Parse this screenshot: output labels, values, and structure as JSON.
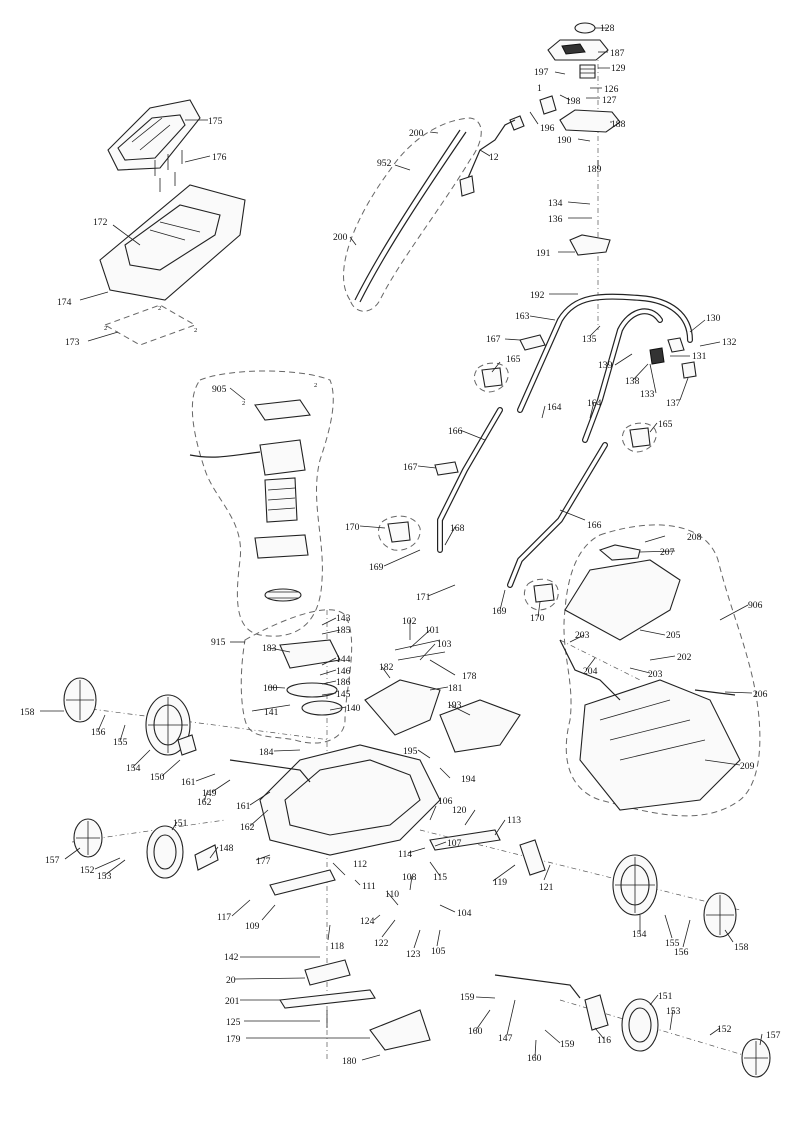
{
  "diagram": {
    "type": "exploded-parts-view",
    "callouts": [
      {
        "id": "c128",
        "label": "128"
      },
      {
        "id": "c187",
        "label": "187"
      },
      {
        "id": "c197",
        "label": "197"
      },
      {
        "id": "c129",
        "label": "129"
      },
      {
        "id": "c1",
        "label": "1"
      },
      {
        "id": "c126",
        "label": "126"
      },
      {
        "id": "c198",
        "label": "198"
      },
      {
        "id": "c127",
        "label": "127"
      },
      {
        "id": "c175",
        "label": "175"
      },
      {
        "id": "c196",
        "label": "196"
      },
      {
        "id": "c188",
        "label": "188"
      },
      {
        "id": "c200a",
        "label": "200"
      },
      {
        "id": "c190",
        "label": "190"
      },
      {
        "id": "c12",
        "label": "12"
      },
      {
        "id": "c176",
        "label": "176"
      },
      {
        "id": "c952",
        "label": "952"
      },
      {
        "id": "c189",
        "label": "189"
      },
      {
        "id": "c134",
        "label": "134"
      },
      {
        "id": "c172",
        "label": "172"
      },
      {
        "id": "c136",
        "label": "136"
      },
      {
        "id": "c200b",
        "label": "200"
      },
      {
        "id": "c191",
        "label": "191"
      },
      {
        "id": "c174",
        "label": "174"
      },
      {
        "id": "c192",
        "label": "192"
      },
      {
        "id": "c163",
        "label": "163"
      },
      {
        "id": "c130",
        "label": "130"
      },
      {
        "id": "c173",
        "label": "173"
      },
      {
        "id": "c167a",
        "label": "167"
      },
      {
        "id": "c135",
        "label": "135"
      },
      {
        "id": "c132",
        "label": "132"
      },
      {
        "id": "c131",
        "label": "131"
      },
      {
        "id": "c165a",
        "label": "165"
      },
      {
        "id": "c139",
        "label": "139"
      },
      {
        "id": "c138",
        "label": "138"
      },
      {
        "id": "c133",
        "label": "133"
      },
      {
        "id": "c905",
        "label": "905"
      },
      {
        "id": "c137",
        "label": "137"
      },
      {
        "id": "c164a",
        "label": "164"
      },
      {
        "id": "c164b",
        "label": "164"
      },
      {
        "id": "c166a",
        "label": "166"
      },
      {
        "id": "c165b",
        "label": "165"
      },
      {
        "id": "c167b",
        "label": "167"
      },
      {
        "id": "c170a",
        "label": "170"
      },
      {
        "id": "c168",
        "label": "168"
      },
      {
        "id": "c166b",
        "label": "166"
      },
      {
        "id": "c208",
        "label": "208"
      },
      {
        "id": "c207",
        "label": "207"
      },
      {
        "id": "c169a",
        "label": "169"
      },
      {
        "id": "c171",
        "label": "171"
      },
      {
        "id": "c169b",
        "label": "169"
      },
      {
        "id": "c906",
        "label": "906"
      },
      {
        "id": "c170b",
        "label": "170"
      },
      {
        "id": "c143",
        "label": "143"
      },
      {
        "id": "c102",
        "label": "102"
      },
      {
        "id": "c185",
        "label": "185"
      },
      {
        "id": "c101",
        "label": "101"
      },
      {
        "id": "c915",
        "label": "915"
      },
      {
        "id": "c205",
        "label": "205"
      },
      {
        "id": "c203a",
        "label": "203"
      },
      {
        "id": "c103",
        "label": "103"
      },
      {
        "id": "c183",
        "label": "183"
      },
      {
        "id": "c202",
        "label": "202"
      },
      {
        "id": "c204",
        "label": "204"
      },
      {
        "id": "c144",
        "label": "144"
      },
      {
        "id": "c182",
        "label": "182"
      },
      {
        "id": "c178",
        "label": "178"
      },
      {
        "id": "c203b",
        "label": "203"
      },
      {
        "id": "c146",
        "label": "146"
      },
      {
        "id": "c186",
        "label": "186"
      },
      {
        "id": "c181",
        "label": "181"
      },
      {
        "id": "c100",
        "label": "100"
      },
      {
        "id": "c145",
        "label": "145"
      },
      {
        "id": "c206",
        "label": "206"
      },
      {
        "id": "c158a",
        "label": "158"
      },
      {
        "id": "c141",
        "label": "141"
      },
      {
        "id": "c140",
        "label": "140"
      },
      {
        "id": "c193",
        "label": "193"
      },
      {
        "id": "c156a",
        "label": "156"
      },
      {
        "id": "c155a",
        "label": "155"
      },
      {
        "id": "c184",
        "label": "184"
      },
      {
        "id": "c195",
        "label": "195"
      },
      {
        "id": "c154a",
        "label": "154"
      },
      {
        "id": "c150",
        "label": "150"
      },
      {
        "id": "c209",
        "label": "209"
      },
      {
        "id": "c161a",
        "label": "161"
      },
      {
        "id": "c194",
        "label": "194"
      },
      {
        "id": "c149",
        "label": "149"
      },
      {
        "id": "c162a",
        "label": "162"
      },
      {
        "id": "c161b",
        "label": "161"
      },
      {
        "id": "c106",
        "label": "106"
      },
      {
        "id": "c120",
        "label": "120"
      },
      {
        "id": "c162b",
        "label": "162"
      },
      {
        "id": "c113",
        "label": "113"
      },
      {
        "id": "c151a",
        "label": "151"
      },
      {
        "id": "c107",
        "label": "107"
      },
      {
        "id": "c157a",
        "label": "157"
      },
      {
        "id": "c148",
        "label": "148"
      },
      {
        "id": "c114",
        "label": "114"
      },
      {
        "id": "c152a",
        "label": "152"
      },
      {
        "id": "c177",
        "label": "177"
      },
      {
        "id": "c112",
        "label": "112"
      },
      {
        "id": "c153a",
        "label": "153"
      },
      {
        "id": "c115",
        "label": "115"
      },
      {
        "id": "c119",
        "label": "119"
      },
      {
        "id": "c121",
        "label": "121"
      },
      {
        "id": "c108",
        "label": "108"
      },
      {
        "id": "c111",
        "label": "111"
      },
      {
        "id": "c110",
        "label": "110"
      },
      {
        "id": "c117",
        "label": "117"
      },
      {
        "id": "c109",
        "label": "109"
      },
      {
        "id": "c124",
        "label": "124"
      },
      {
        "id": "c104",
        "label": "104"
      },
      {
        "id": "c154b",
        "label": "154"
      },
      {
        "id": "c122",
        "label": "122"
      },
      {
        "id": "c118",
        "label": "118"
      },
      {
        "id": "c123",
        "label": "123"
      },
      {
        "id": "c105",
        "label": "105"
      },
      {
        "id": "c155b",
        "label": "155"
      },
      {
        "id": "c156b",
        "label": "156"
      },
      {
        "id": "c158b",
        "label": "158"
      },
      {
        "id": "c142",
        "label": "142"
      },
      {
        "id": "c20",
        "label": "20"
      },
      {
        "id": "c159a",
        "label": "159"
      },
      {
        "id": "c151b",
        "label": "151"
      },
      {
        "id": "c201",
        "label": "201"
      },
      {
        "id": "c153b",
        "label": "153"
      },
      {
        "id": "c160a",
        "label": "160"
      },
      {
        "id": "c147",
        "label": "147"
      },
      {
        "id": "c152b",
        "label": "152"
      },
      {
        "id": "c157b",
        "label": "157"
      },
      {
        "id": "c125",
        "label": "125"
      },
      {
        "id": "c116",
        "label": "116"
      },
      {
        "id": "c159b",
        "label": "159"
      },
      {
        "id": "c179",
        "label": "179"
      },
      {
        "id": "c160b",
        "label": "160"
      },
      {
        "id": "c180",
        "label": "180"
      }
    ],
    "small_marks": [
      {
        "id": "m2a",
        "label": "2"
      },
      {
        "id": "m2b",
        "label": "2"
      },
      {
        "id": "m2c",
        "label": "2"
      },
      {
        "id": "m2d",
        "label": "2"
      },
      {
        "id": "m2e",
        "label": "2"
      }
    ]
  }
}
